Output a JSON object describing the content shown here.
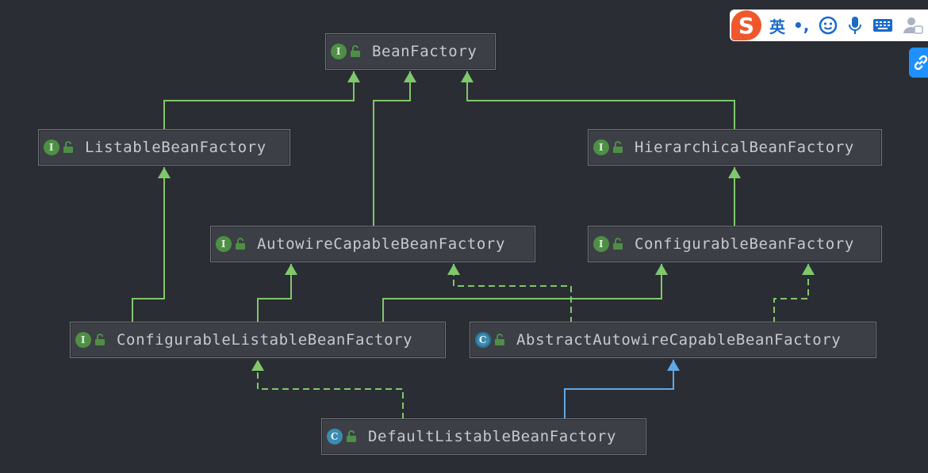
{
  "diagram": {
    "nodes": {
      "bean_factory": {
        "label": "BeanFactory",
        "kind": "I"
      },
      "listable_bean_factory": {
        "label": "ListableBeanFactory",
        "kind": "I"
      },
      "hierarchical_bean_factory": {
        "label": "HierarchicalBeanFactory",
        "kind": "I"
      },
      "autowire_capable_bean_factory": {
        "label": "AutowireCapableBeanFactory",
        "kind": "I"
      },
      "configurable_bean_factory": {
        "label": "ConfigurableBeanFactory",
        "kind": "I"
      },
      "configurable_listable_bean_factory": {
        "label": "ConfigurableListableBeanFactory",
        "kind": "I"
      },
      "abstract_autowire_capable_bean_factory": {
        "label": "AbstractAutowireCapableBeanFactory",
        "kind": "C"
      },
      "default_listable_bean_factory": {
        "label": "DefaultListableBeanFactory",
        "kind": "C"
      }
    },
    "edges": [
      {
        "from": "ListableBeanFactory",
        "to": "BeanFactory",
        "type": "extends"
      },
      {
        "from": "AutowireCapableBeanFactory",
        "to": "BeanFactory",
        "type": "extends"
      },
      {
        "from": "HierarchicalBeanFactory",
        "to": "BeanFactory",
        "type": "extends"
      },
      {
        "from": "ConfigurableBeanFactory",
        "to": "HierarchicalBeanFactory",
        "type": "extends"
      },
      {
        "from": "ConfigurableListableBeanFactory",
        "to": "ListableBeanFactory",
        "type": "extends"
      },
      {
        "from": "ConfigurableListableBeanFactory",
        "to": "AutowireCapableBeanFactory",
        "type": "extends"
      },
      {
        "from": "ConfigurableListableBeanFactory",
        "to": "ConfigurableBeanFactory",
        "type": "extends"
      },
      {
        "from": "AbstractAutowireCapableBeanFactory",
        "to": "AutowireCapableBeanFactory",
        "type": "implements"
      },
      {
        "from": "AbstractAutowireCapableBeanFactory",
        "to": "ConfigurableBeanFactory",
        "type": "implements"
      },
      {
        "from": "DefaultListableBeanFactory",
        "to": "ConfigurableListableBeanFactory",
        "type": "implements"
      },
      {
        "from": "DefaultListableBeanFactory",
        "to": "AbstractAutowireCapableBeanFactory",
        "type": "class-extends"
      }
    ],
    "colors": {
      "background": "#2b2d34",
      "interface_edge": "#7fc86b",
      "class_edge": "#5ea8e6",
      "node_fill": "#3c3f46",
      "node_border": "#70737a",
      "label_text": "#c7c9cd"
    }
  },
  "ime_toolbar": {
    "logo": "S",
    "language": "英",
    "punctuation": "•,",
    "icons": [
      "emoji-icon",
      "microphone-icon",
      "keyboard-icon",
      "user-icon"
    ]
  },
  "side_tab": {
    "icon": "link-icon"
  }
}
